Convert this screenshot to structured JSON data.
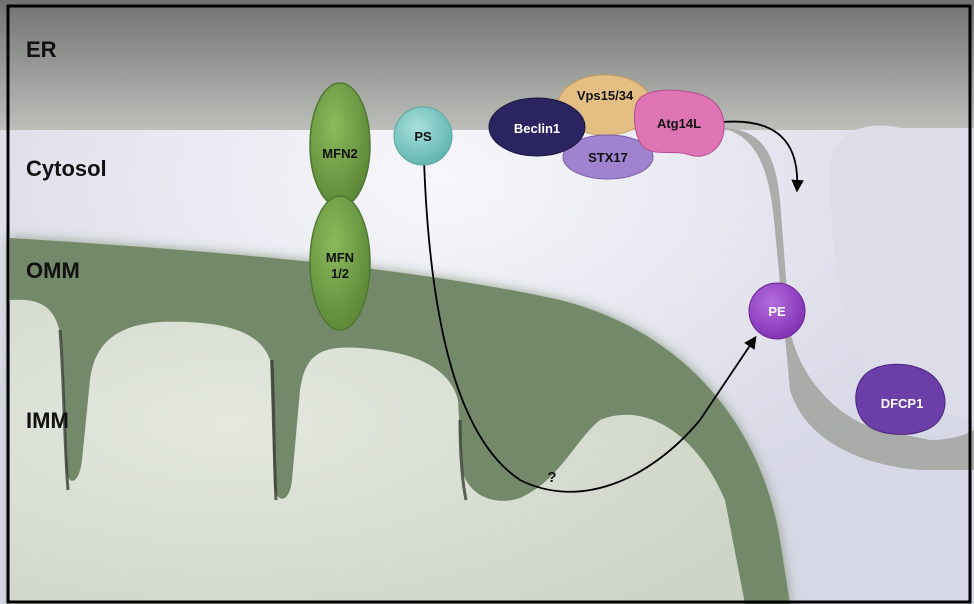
{
  "regions": {
    "er": "ER",
    "cytosol": "Cytosol",
    "omm": "OMM",
    "imm": "IMM"
  },
  "proteins": {
    "mfn2": "MFN2",
    "mfn12_line1": "MFN",
    "mfn12_line2": "1/2",
    "ps": "PS",
    "beclin1": "Beclin1",
    "vps": "Vps15/34",
    "atg14l": "Atg14L",
    "stx17": "STX17",
    "pe": "PE",
    "dfcp1": "DFCP1"
  },
  "annotations": {
    "unknown_step": "?"
  },
  "colors": {
    "er_top": "#6f726e",
    "er_bottom": "#b9bcb7",
    "cytosol": "#dcdde9",
    "mito_outer": "#758a6a",
    "mito_inner": "#d8dfd2",
    "mfn": "#6a9840",
    "ps": "#7cc7c2",
    "beclin1": "#2a2560",
    "vps": "#e2bd80",
    "atg14l": "#de74b4",
    "stx17": "#9d7fcc",
    "pe": "#9243c4",
    "dfcp1": "#6c3ea8"
  }
}
